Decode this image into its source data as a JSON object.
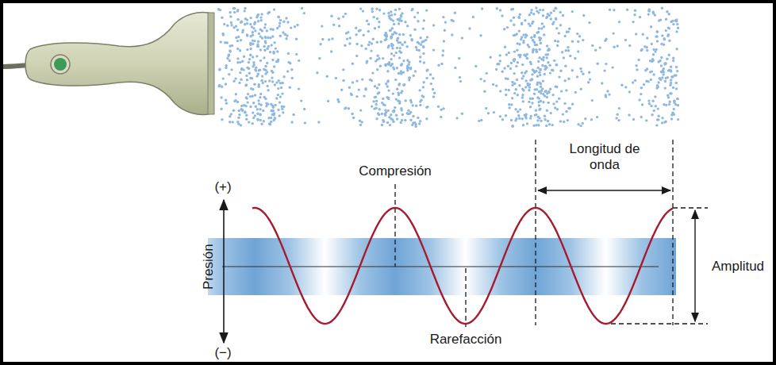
{
  "diagram": {
    "labels": [
      "Compresión",
      "(+)",
      "Longitud de onda",
      "Presión",
      "Amplitud",
      "Rarefacción",
      "(−)"
    ]
  }
}
